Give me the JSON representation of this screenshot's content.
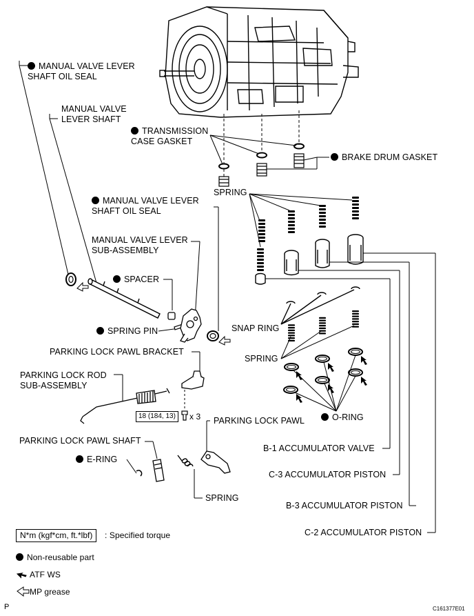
{
  "labels": {
    "manual_valve_lever_shaft_oil_seal_top": "MANUAL VALVE LEVER SHAFT OIL SEAL",
    "manual_valve_lever_shaft": "MANUAL VALVE LEVER SHAFT",
    "transmission_case_gasket": "TRANSMISSION CASE GASKET",
    "brake_drum_gasket": "BRAKE DRUM GASKET",
    "spring_top": "SPRING",
    "manual_valve_lever_shaft_oil_seal_mid": "MANUAL VALVE LEVER SHAFT OIL SEAL",
    "manual_valve_lever_sub_assembly": "MANUAL VALVE LEVER SUB-ASSEMBLY",
    "spacer": "SPACER",
    "spring_pin": "SPRING PIN",
    "snap_ring": "SNAP RING",
    "spring_mid": "SPRING",
    "parking_lock_pawl_bracket": "PARKING LOCK PAWL BRACKET",
    "parking_lock_rod_sub_assembly": "PARKING LOCK ROD SUB-ASSEMBLY",
    "o_ring": "O-RING",
    "parking_lock_pawl": "PARKING LOCK PAWL",
    "parking_lock_pawl_shaft": "PARKING LOCK PAWL SHAFT",
    "e_ring": "E-RING",
    "spring_bottom": "SPRING",
    "b1_accumulator_valve": "B-1 ACCUMULATOR VALVE",
    "c3_accumulator_piston": "C-3 ACCUMULATOR PISTON",
    "b3_accumulator_piston": "B-3 ACCUMULATOR PISTON",
    "c2_accumulator_piston": "C-2 ACCUMULATOR PISTON"
  },
  "torque": {
    "value": "18 (184, 13)",
    "multiplier": "x 3"
  },
  "legend": {
    "torque_box": "N*m (kgf*cm, ft.*lbf)",
    "torque_text": ": Specified torque",
    "non_reusable": "Non-reusable part",
    "atf": "ATF WS",
    "mp_grease": "MP grease"
  },
  "footer": {
    "page_letter": "P",
    "figure_code": "C161377E01"
  },
  "colors": {
    "ink": "#000000",
    "paper": "#ffffff"
  }
}
